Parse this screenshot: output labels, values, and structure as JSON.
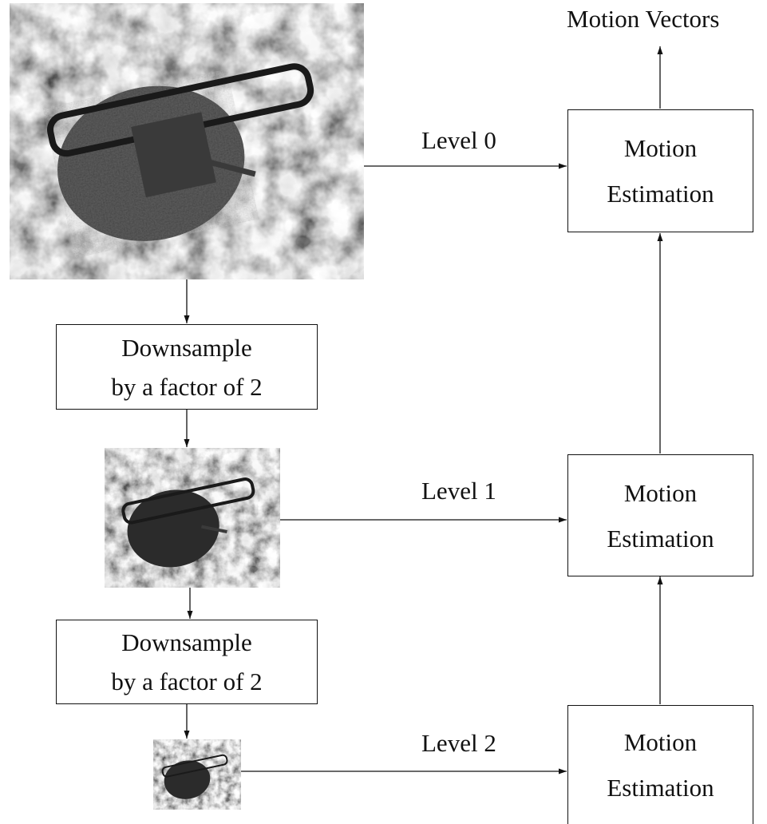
{
  "output_label": "Motion Vectors",
  "levels": [
    {
      "label": "Level 0"
    },
    {
      "label": "Level 1"
    },
    {
      "label": "Level 2"
    }
  ],
  "estimators": [
    {
      "line1": "Motion",
      "line2": "Estimation"
    },
    {
      "line1": "Motion",
      "line2": "Estimation"
    },
    {
      "line1": "Motion",
      "line2": "Estimation"
    }
  ],
  "downsamplers": [
    {
      "line1": "Downsample",
      "line2": "by a factor of 2"
    },
    {
      "line1": "Downsample",
      "line2": "by a factor of 2"
    }
  ],
  "colors": {
    "ink": "#111111",
    "background": "#ffffff"
  }
}
